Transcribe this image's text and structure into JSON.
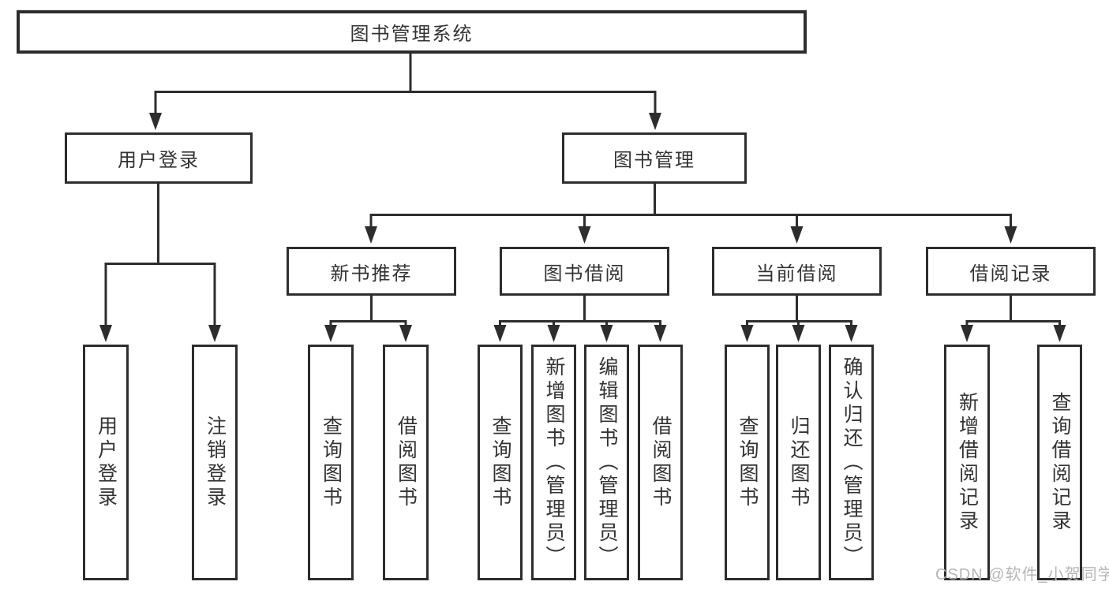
{
  "root": "图书管理系统",
  "l2": [
    "用户登录",
    "图书管理"
  ],
  "l3": [
    "新书推荐",
    "图书借阅",
    "当前借阅",
    "借阅记录"
  ],
  "leaves": {
    "user": [
      "用户登录",
      "注销登录"
    ],
    "recommend": [
      "查询图书",
      "借阅图书"
    ],
    "borrow": [
      "查询图书",
      "新增图书（管理员）",
      "编辑图书（管理员）",
      "借阅图书"
    ],
    "current": [
      "查询图书",
      "归还图书",
      "确认归还（管理员）"
    ],
    "records": [
      "新增借阅记录",
      "查询借阅记录"
    ]
  },
  "watermark": "CSDN @软件_小贺同学",
  "colors": {
    "line": "#2d2d2d",
    "text": "#333333",
    "watermark": "#b7b6b5",
    "background": "#ffffff"
  }
}
